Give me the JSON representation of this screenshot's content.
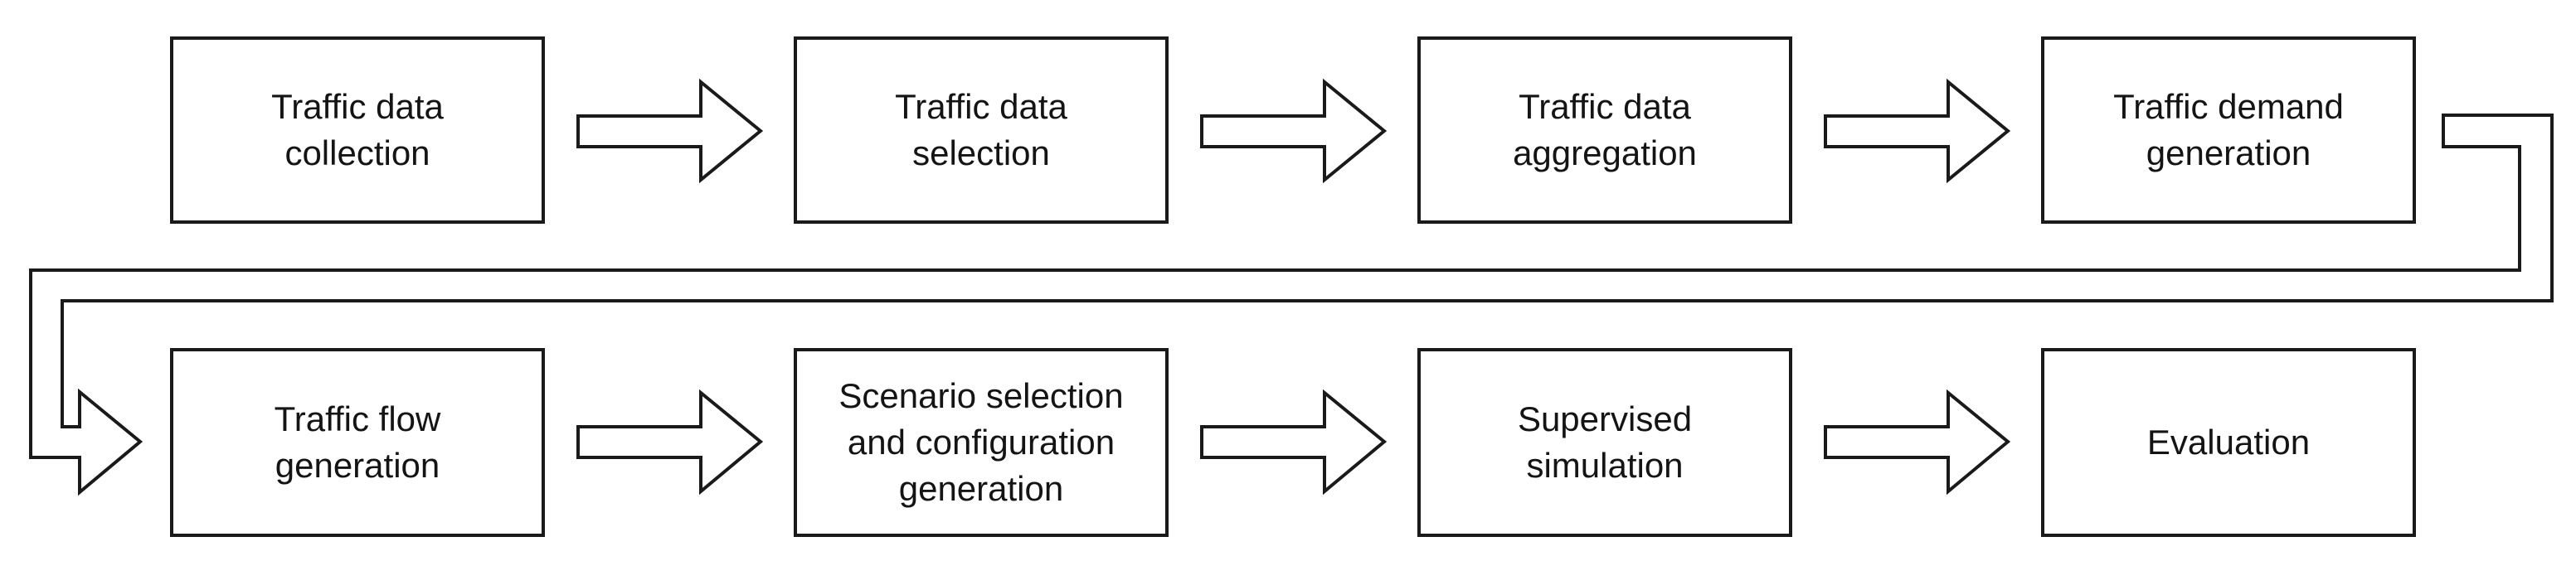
{
  "diagram": {
    "type": "flowchart",
    "background_color": "#ffffff",
    "stroke_color": "#1a1a1a",
    "box_fill_color": "#ffffff",
    "text_color": "#141414",
    "rows": 2,
    "steps": [
      {
        "id": "traffic-data-collection",
        "label": "Traffic data\ncollection",
        "row": 1,
        "col": 1
      },
      {
        "id": "traffic-data-selection",
        "label": "Traffic data\nselection",
        "row": 1,
        "col": 2
      },
      {
        "id": "traffic-data-aggregation",
        "label": "Traffic data\naggregation",
        "row": 1,
        "col": 3
      },
      {
        "id": "traffic-demand-generation",
        "label": "Traffic demand\ngeneration",
        "row": 1,
        "col": 4
      },
      {
        "id": "traffic-flow-generation",
        "label": "Traffic flow\ngeneration",
        "row": 2,
        "col": 1
      },
      {
        "id": "scenario-selection-and-configuration-generation",
        "label": "Scenario selection\nand configuration\ngeneration",
        "row": 2,
        "col": 2
      },
      {
        "id": "supervised-simulation",
        "label": "Supervised\nsimulation",
        "row": 2,
        "col": 3
      },
      {
        "id": "evaluation",
        "label": "Evaluation",
        "row": 2,
        "col": 4
      }
    ],
    "connectors": [
      {
        "from": "traffic-data-collection",
        "to": "traffic-data-selection",
        "style": "outlined-block-arrow-right"
      },
      {
        "from": "traffic-data-selection",
        "to": "traffic-data-aggregation",
        "style": "outlined-block-arrow-right"
      },
      {
        "from": "traffic-data-aggregation",
        "to": "traffic-demand-generation",
        "style": "outlined-block-arrow-right"
      },
      {
        "from": "traffic-demand-generation",
        "to": "traffic-flow-generation",
        "style": "outlined-elbow-pipe-arrow-row-wrap"
      },
      {
        "from": "traffic-flow-generation",
        "to": "scenario-selection-and-configuration-generation",
        "style": "outlined-block-arrow-right"
      },
      {
        "from": "scenario-selection-and-configuration-generation",
        "to": "supervised-simulation",
        "style": "outlined-block-arrow-right"
      },
      {
        "from": "supervised-simulation",
        "to": "evaluation",
        "style": "outlined-block-arrow-right"
      }
    ]
  }
}
